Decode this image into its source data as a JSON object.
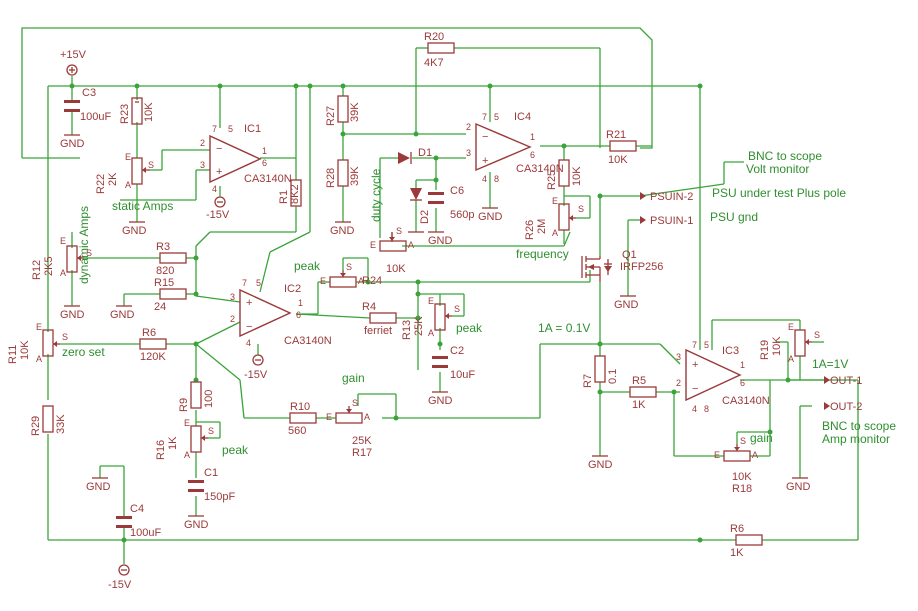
{
  "supplies": {
    "pos": "+15V",
    "neg": "-15V",
    "ic1_neg": "-15V",
    "ic2_neg": "-15V"
  },
  "gnd": "GND",
  "ics": [
    {
      "ref": "IC1",
      "part": "CA3140N"
    },
    {
      "ref": "IC2",
      "part": "CA3140N"
    },
    {
      "ref": "IC3",
      "part": "CA3140N"
    },
    {
      "ref": "IC4",
      "part": "CA3140N"
    }
  ],
  "transistor": {
    "ref": "Q1",
    "part": "IRFP256"
  },
  "diodes": [
    {
      "ref": "D1"
    },
    {
      "ref": "D2"
    }
  ],
  "resistors": {
    "r1": {
      "ref": "R1",
      "value": "8K2"
    },
    "r3": {
      "ref": "R3",
      "value": "820"
    },
    "r4": {
      "ref": "R4",
      "value": "ferriet"
    },
    "r5": {
      "ref": "R5",
      "value": "1K"
    },
    "r6": {
      "ref": "R6",
      "value": "1K"
    },
    "r6b": {
      "ref": "R6",
      "value": "120K"
    },
    "r7": {
      "ref": "R7",
      "value": "0.1"
    },
    "r9": {
      "ref": "R9",
      "value": "100"
    },
    "r10": {
      "ref": "R10",
      "value": "560"
    },
    "r15": {
      "ref": "R15",
      "value": "24"
    },
    "r20": {
      "ref": "R20",
      "value": "4K7"
    },
    "r21": {
      "ref": "R21",
      "value": "10K"
    },
    "r23": {
      "ref": "R23",
      "value": "10K"
    },
    "r25": {
      "ref": "R25",
      "value": "10K"
    },
    "r27": {
      "ref": "R27",
      "value": "39K"
    },
    "r28": {
      "ref": "R28",
      "value": "39K"
    },
    "r29": {
      "ref": "R29",
      "value": "33K"
    }
  },
  "pots": {
    "r11": {
      "ref": "R11",
      "value": "10K"
    },
    "r12": {
      "ref": "R12",
      "value": "2K5"
    },
    "r13": {
      "ref": "R13",
      "value": "25K"
    },
    "r16": {
      "ref": "R16",
      "value": "1K"
    },
    "r17": {
      "ref": "R17",
      "value": "25K"
    },
    "r18": {
      "ref": "R18",
      "value": "10K"
    },
    "r19": {
      "ref": "R19",
      "value": "10K"
    },
    "r22": {
      "ref": "R22",
      "value": "2K"
    },
    "r24": {
      "ref": "R24",
      "value": "10K"
    },
    "r26": {
      "ref": "R26",
      "value": "2M"
    }
  },
  "caps": {
    "c1": {
      "ref": "C1",
      "value": "150pF"
    },
    "c2": {
      "ref": "C2",
      "value": "10uF"
    },
    "c3": {
      "ref": "C3",
      "value": "100uF"
    },
    "c4": {
      "ref": "C4",
      "value": "100uF"
    },
    "c6": {
      "ref": "C6",
      "value": "560p"
    }
  },
  "connectors": {
    "psuin2": "PSUIN-2",
    "psuin1": "PSUIN-1",
    "out1": "OUT-1",
    "out2": "OUT-2"
  },
  "annotations": {
    "bnc_volt": "BNC to scope",
    "volt_monitor": "Volt monitor",
    "psu_plus": "PSU under test Plus pole",
    "psu_gnd": "PSU gnd",
    "static_amps": "static Amps",
    "dynamic_amps": "dynamic Amps",
    "duty_cycle": "duty cycle",
    "frequency": "frequency",
    "zero_set": "zero set",
    "peak1": "peak",
    "peak2": "peak",
    "peak3": "peak",
    "gain1": "gain",
    "gain2": "gain",
    "one_a": "1A = 0.1V",
    "one_a_1v": "1A=1V",
    "bnc_amp": "BNC to scope",
    "amp_monitor": "Amp monitor"
  },
  "pins": {
    "ic1": [
      "7",
      "5",
      "1",
      "2",
      "3",
      "6",
      "4"
    ],
    "ic2": [
      "7",
      "5",
      "1",
      "2",
      "3",
      "6",
      "4"
    ],
    "ic3": [
      "7",
      "5",
      "1",
      "2",
      "3",
      "6",
      "4",
      "8"
    ],
    "ic4": [
      "7",
      "5",
      "1",
      "2",
      "3",
      "6",
      "4",
      "8"
    ],
    "pot": [
      "E",
      "A",
      "S"
    ]
  }
}
